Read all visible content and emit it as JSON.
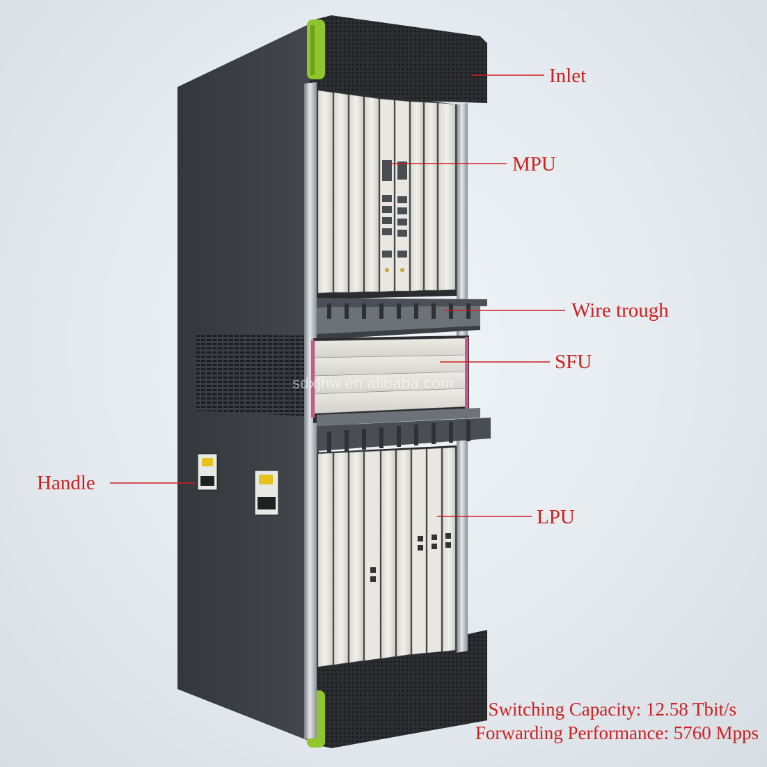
{
  "labels": {
    "inlet": "Inlet",
    "mpu": "MPU",
    "wire_trough": "Wire trough",
    "sfu": "SFU",
    "handle": "Handle",
    "lpu": "LPU"
  },
  "specs": {
    "switching_capacity": "Switching Capacity: 12.58 Tbit/s",
    "forwarding_performance": "Forwarding Performance: 5760 Mpps"
  },
  "watermark": "sdxjhw.en.alibaba.com",
  "colors": {
    "label_red": "#cc1f1f",
    "accent_green": "#8fc62b",
    "chassis_dark": "#3a3d42"
  }
}
